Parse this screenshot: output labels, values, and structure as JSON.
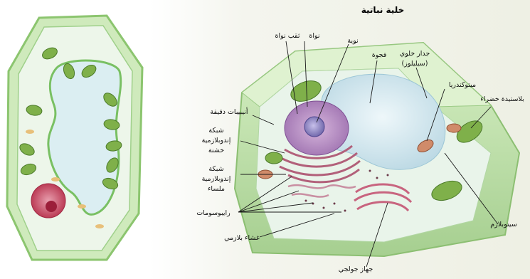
{
  "title": "خلية نباتية",
  "labels": {
    "nuclear_pore": "ثقب نواة",
    "nucleus": "نواة",
    "nucleolus": "نوية",
    "vacuole": "فجوة",
    "cell_wall_line1": "جدار خلوي",
    "cell_wall_line2": "(سيليلوز)",
    "mitochondria": "ميتوكندريا",
    "chloroplast": "بلاستيدة خضراء",
    "microtubules": "أنيبيبات دقيقة",
    "rough_er_line1": "شبكة",
    "rough_er_line2": "إندوبلازمية",
    "rough_er_line3": "خشنة",
    "smooth_er_line1": "شبكة",
    "smooth_er_line2": "إندوبلازمية",
    "smooth_er_line3": "ملساء",
    "ribosomes": "رايبوسومات",
    "cytoplasm": "سيتوبلازم",
    "plasma_membrane": "غشاء بلازمي",
    "golgi": "جهاز جولجي"
  },
  "colors": {
    "cell_wall": "#c9e6b4",
    "cytoplasm": "#e6f3e6",
    "vacuole": "#c6dfe8",
    "chloroplast": "#7fb04a",
    "nucleus": "#b98fc4",
    "golgi": "#d98aa0"
  }
}
